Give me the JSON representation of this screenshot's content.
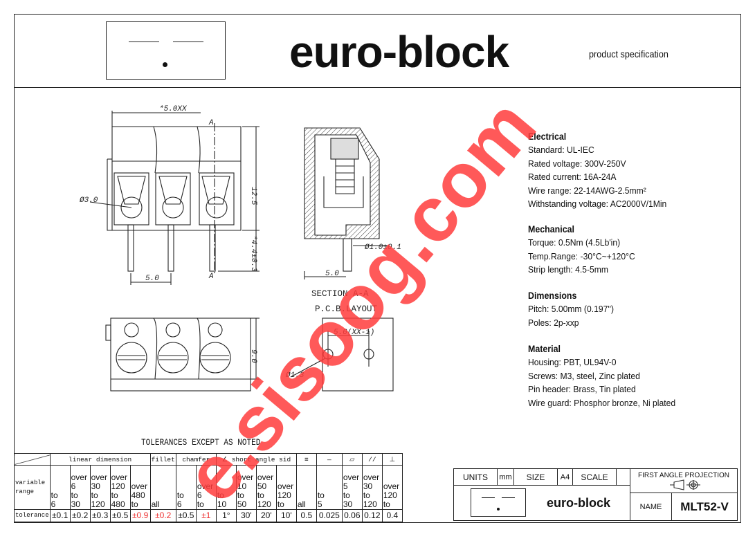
{
  "header": {
    "brand": "euro-block",
    "subtitle": "product specification"
  },
  "drawing_labels": {
    "pitch_total": "*5.0XX",
    "height": "12.5",
    "pin_length": "*4.4±0.3",
    "pitch": "5.0",
    "wire_hole": "Ø3.0",
    "section_mark": "A",
    "section_title": "SECTION A-A",
    "pin_dia": "Ø1.0±0.1",
    "section_pitch": "5.0",
    "pcb_title": "P.C.B.LAYOUT",
    "pcb_pitch": "5.0(XX-1)",
    "pcb_hole": "Ø1.3",
    "depth": "9.0"
  },
  "specs": [
    {
      "title": "Electrical",
      "lines": [
        "Standard: UL-IEC",
        "Rated voltage: 300V-250V",
        "Rated current: 16A-24A",
        "Wire range: 22-14AWG-2.5mm²",
        "Withstanding voltage: AC2000V/1Min"
      ]
    },
    {
      "title": "Mechanical",
      "lines": [
        "Torque: 0.5Nm (4.5Lb'in)",
        "Temp.Range: -30°C~+120°C",
        "Strip length: 4.5-5mm"
      ]
    },
    {
      "title": "Dimensions",
      "lines": [
        "Pitch: 5.00mm (0.197'')",
        "Poles: 2p-xxp"
      ]
    },
    {
      "title": "Material",
      "lines": [
        "Housing: PBT, UL94V-0",
        "Screws: M3, steel, Zinc plated",
        "Pin header: Brass, Tin plated",
        "Wire guard: Phosphor bronze, Ni plated"
      ]
    }
  ],
  "tolerances": {
    "title": "TOLERANCES EXCEPT AS NOTED",
    "groups": [
      "linear dimension",
      "fillet",
      "chamfer",
      "short angle sid",
      "≡",
      "—",
      "▱",
      "//",
      "⊥"
    ],
    "angle_symbol": "∠",
    "range_label": "variable range",
    "tolerance_label": "tolerance",
    "ranges": [
      "to\n6",
      "over\n6\nto\n30",
      "over\n30\nto\n120",
      "over\n120\nto\n480",
      "over\n480\nto",
      "all",
      "to\n6",
      "over\n6\nto",
      "to\n10",
      "over\n10\nto\n50",
      "over\n50\nto\n120",
      "over\n120\nto",
      "all",
      "to\n5",
      "over\n5\nto\n30",
      "over\n30\nto\n120",
      "over\n120\nto"
    ],
    "values": [
      "±0.1",
      "±0.2",
      "±0.3",
      "±0.5",
      "±0.9",
      "±0.2",
      "±0.5",
      "±1",
      "1°",
      "30'",
      "20'",
      "10'",
      "0.5",
      "0.025",
      "0.06",
      "0.12",
      "0.4"
    ]
  },
  "title_block": {
    "units_label": "UNITS",
    "units": "mm",
    "size_label": "SIZE",
    "size": "A4",
    "scale_label": "SCALE",
    "scale": "",
    "projection": "FIRST ANGLE PROJECTION",
    "brand": "euro-block",
    "name_label": "NAME",
    "name": "MLT52-V"
  },
  "watermark": "e.sisoog.com"
}
